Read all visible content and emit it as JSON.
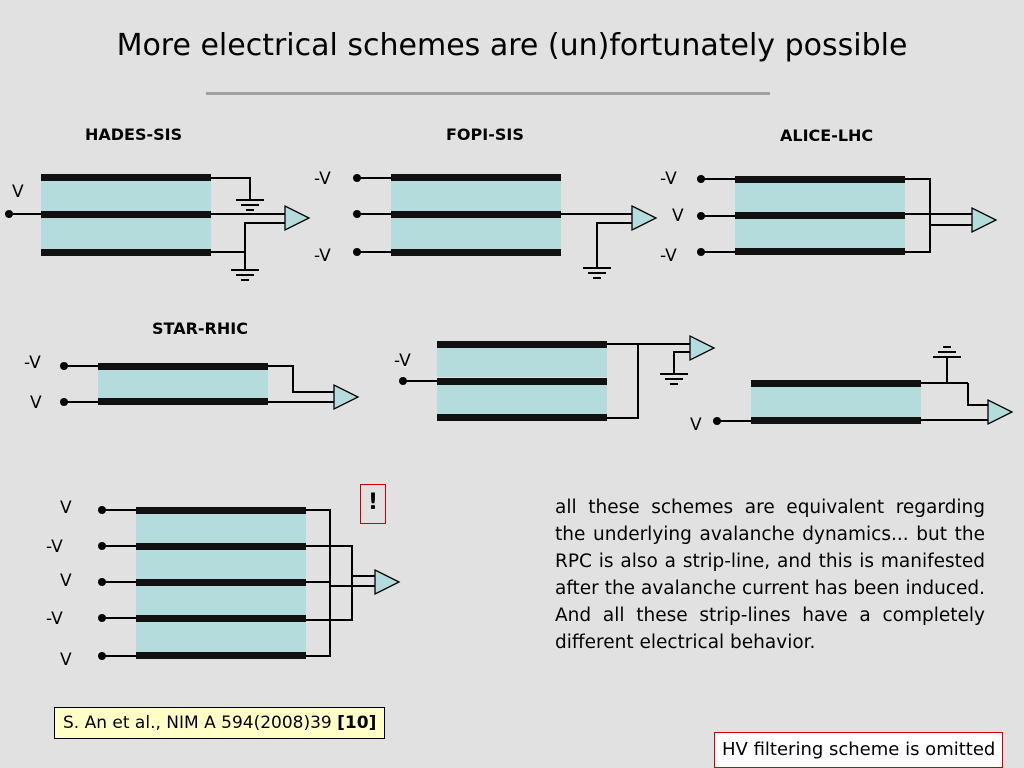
{
  "slide": {
    "title": "More electrical schemes are (un)fortunately possible"
  },
  "diagrams": {
    "hades": {
      "title": "HADES-SIS",
      "v": "V"
    },
    "fopi": {
      "title": "FOPI-SIS",
      "neg_top": "-V",
      "neg_bottom": "-V"
    },
    "alice": {
      "title": "ALICE-LHC",
      "neg_top": "-V",
      "pos_mid": "V",
      "neg_bottom": "-V"
    },
    "star": {
      "title": "STAR-RHIC",
      "neg": "-V",
      "pos": "V"
    },
    "middle": {
      "neg": "-V"
    },
    "right": {
      "pos": "V"
    },
    "multi": {
      "labels": [
        "V",
        "-V",
        "V",
        "-V",
        "V"
      ]
    }
  },
  "alert_mark": "!",
  "paragraph": "all these schemes are equivalent regarding the underlying avalanche dynamics... but the RPC is also a strip-line, and this is manifested after the avalanche current has been induced. And all these strip-lines have a completely different electrical behavior.",
  "citation": {
    "text": "S. An et al., NIM A 594(2008)39 ",
    "ref": "[10]"
  },
  "note": "HV filtering scheme is omitted",
  "colors": {
    "background": "#e1e1e1",
    "glass": "#b4dcdc",
    "electrode": "#111111",
    "citation_bg": "#ffffc8",
    "alert_border": "#d00000"
  }
}
